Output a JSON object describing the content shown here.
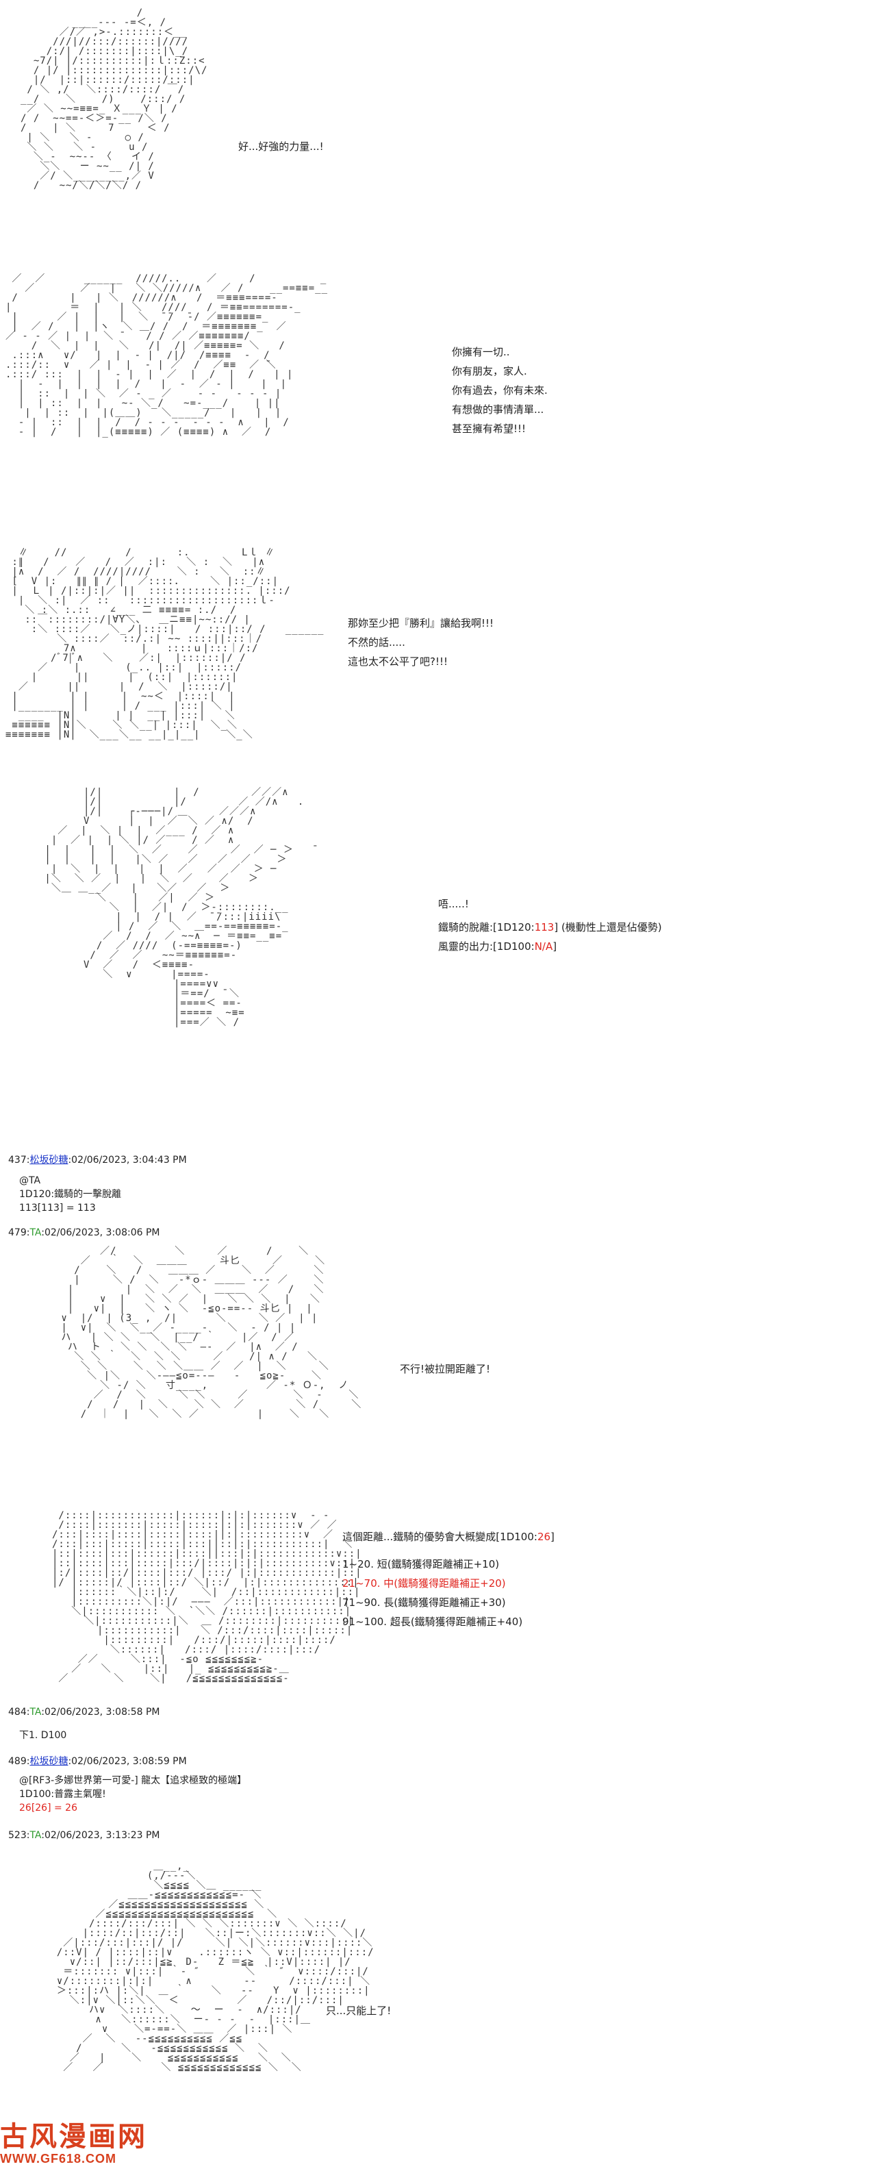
{
  "panels": {
    "p1": {
      "lines": [
        "好...好強的力量...!"
      ]
    },
    "p2": {
      "lines": [
        "你擁有一切..",
        "你有朋友，家人.",
        "你有過去，你有未來.",
        "有想做的事情清單...",
        "甚至擁有希望!!!"
      ]
    },
    "p3": {
      "lines": [
        "那妳至少把『勝利』讓給我啊!!!",
        "不然的話.....",
        "這也太不公平了吧?!!!"
      ]
    },
    "p4": {
      "line1": "唔.....!",
      "line2_prefix": "鐵騎的脫離:[1D120:",
      "line2_value": "113",
      "line2_suffix": "] (機動性上還是佔優勢)",
      "line3_prefix": "風靈的出力:[1D100:",
      "line3_value": "N/A",
      "line3_suffix": "]"
    },
    "p5": {
      "lines": [
        "不行!被拉開距離了!"
      ]
    },
    "p6": {
      "line1_prefix": "這個距離...鐵騎的優勢會大概變成[1D100:",
      "line1_value": "26",
      "line1_suffix": "]",
      "r1": "1~20. 短(鐵騎獲得距離補正+10)",
      "r2": "21~70. 中(鐵騎獲得距離補正+20)",
      "r3": "71~90. 長(鐵騎獲得距離補正+30)",
      "r4": "91~100. 超長(鐵騎獲得距離補正+40)"
    },
    "p7": {
      "lines": [
        "只...只能上了!"
      ]
    }
  },
  "posts": [
    {
      "num": "437:",
      "name": "松坂砂糖",
      "date": ":02/06/2023, 3:04:43 PM",
      "body": [
        "@TA",
        "1D120:鐵騎的一擊脫離",
        "113[113] = 113"
      ]
    },
    {
      "num": "479:",
      "name": "TA",
      "date": ":02/06/2023, 3:08:06 PM"
    },
    {
      "num": "484:",
      "name": "TA",
      "date": ":02/06/2023, 3:08:58 PM",
      "body": [
        "下1. D100"
      ]
    },
    {
      "num": "489:",
      "name": "松坂砂糖",
      "date": ":02/06/2023, 3:08:59 PM",
      "body": [
        "@[RF3-多娜世界第一可愛-] 龍太【追求極致的極端】",
        "1D100:普露主氣喔!"
      ],
      "result_value": "26[26] = 26"
    },
    {
      "num": "523:",
      "name": "TA",
      "date": ":02/06/2023, 3:13:23 PM"
    }
  ],
  "watermark": {
    "title": "古风漫画网",
    "url": "WWW.GF618.COM"
  },
  "colors": {
    "link": "#1a35c8",
    "name_plain": "#2e9a2e",
    "roll_red": "#e0251f",
    "watermark": "#d8401e"
  }
}
